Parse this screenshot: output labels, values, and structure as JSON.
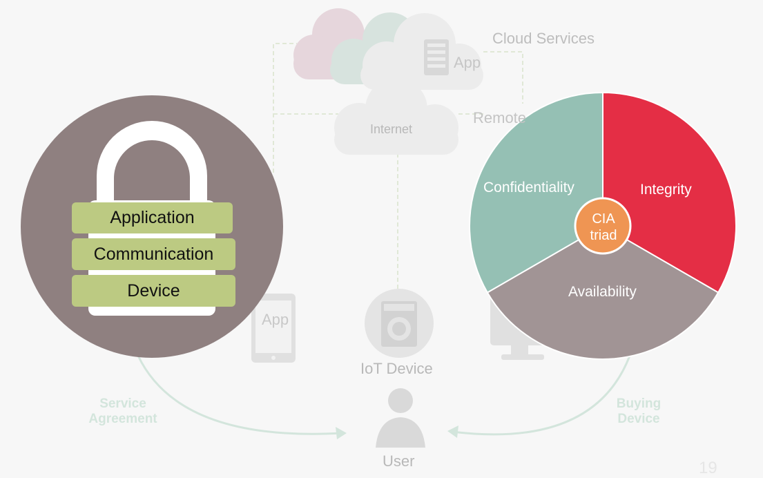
{
  "cloud": {
    "services_label": "Cloud Services",
    "app_label": "App",
    "internet_label": "Internet",
    "remote_label": "Remote"
  },
  "devices": {
    "app_label": "App",
    "iot_label": "IoT Device",
    "user_label": "User"
  },
  "lock": {
    "layers": [
      "Application",
      "Communication",
      "Device"
    ]
  },
  "arrows": {
    "left_label": [
      "Service",
      "Agreement"
    ],
    "right_label": [
      "Buying",
      "Device"
    ]
  },
  "cia": {
    "center_label": [
      "CIA",
      "triad"
    ],
    "segments": [
      {
        "label": "Confidentiality",
        "color": "#95c0b4"
      },
      {
        "label": "Integrity",
        "color": "#e42e45"
      },
      {
        "label": "Availability",
        "color": "#a19495"
      }
    ],
    "center_color": "#ef9553"
  },
  "colors": {
    "lock_bg": "#8f8080",
    "layer_green": "#bcca82"
  },
  "page_number": "19"
}
